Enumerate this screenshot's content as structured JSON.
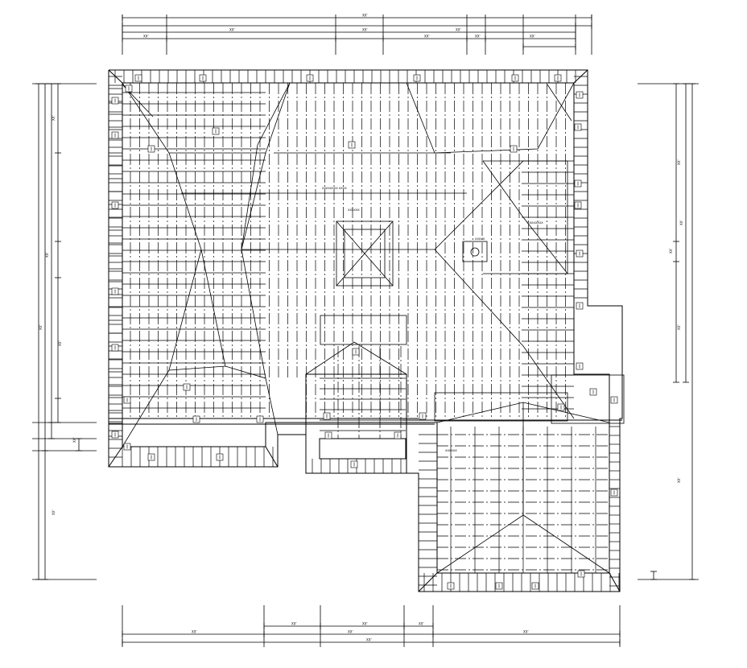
{
  "drawing": {
    "type": "roof framing plan",
    "line_color": "#000000",
    "background": "#ffffff",
    "top_dimensions": {
      "overall": "XX'",
      "row2": [
        "XX'",
        "XX'",
        "XX'"
      ],
      "row3": [
        "XX'",
        "XX'",
        "XX'",
        "XX'"
      ]
    },
    "bottom_dimensions": {
      "overall": "XX'",
      "row1": [
        "XX'",
        "XX'",
        "XX'"
      ],
      "row2": [
        "XX'",
        "XX'",
        "XX'",
        "XX'"
      ]
    },
    "left_dimensions": [
      "XX'",
      "XX'",
      "XX'",
      "XX'",
      "XX'",
      "XX'"
    ],
    "right_dimensions": [
      "XX'",
      "XX'",
      "XX'",
      "XX'",
      "XX'"
    ],
    "annotations": [
      "XXXXXXXX XXXX",
      "XXXXXX",
      "XXXXX",
      "XXXXXXXX",
      "XXXXXX"
    ]
  }
}
